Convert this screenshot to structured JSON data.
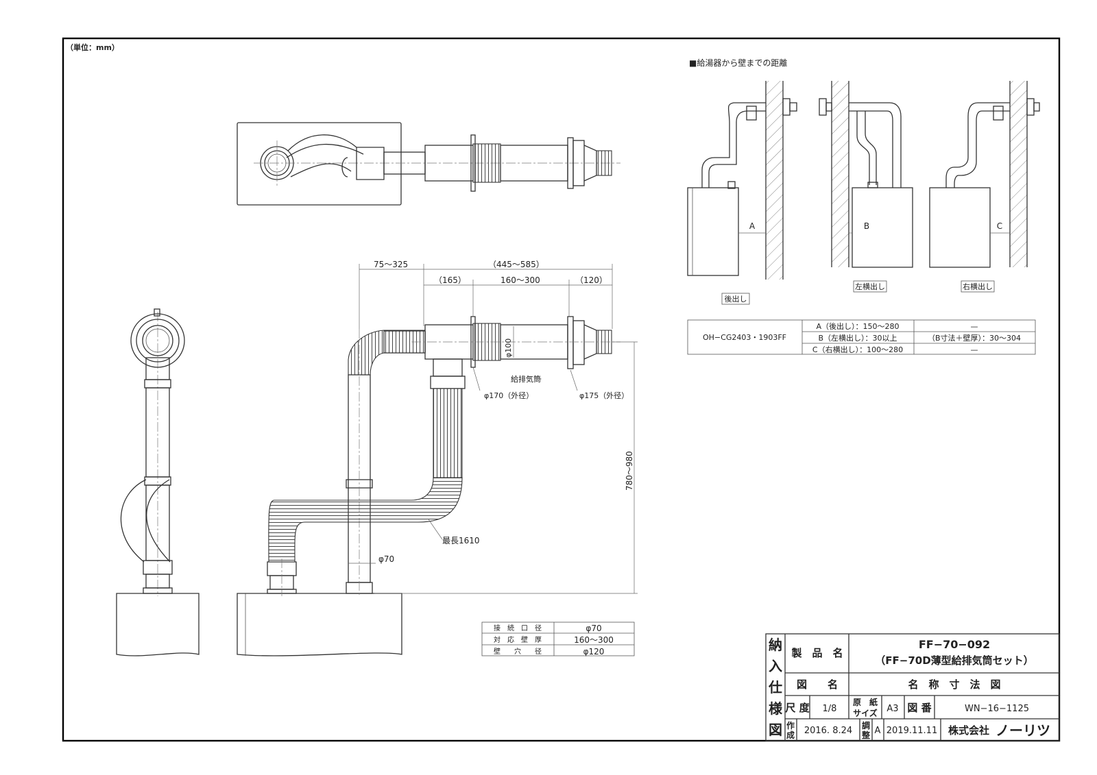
{
  "unit_label": "（単位：mm）",
  "distance_section": {
    "title": "■給湯器から壁までの距離",
    "label_a": "A",
    "label_b": "B",
    "label_c": "C",
    "caption_rear": "後出し",
    "caption_left": "左横出し",
    "caption_right": "右横出し"
  },
  "distance_table": {
    "model": "OH−CG2403・1903FF",
    "rows": [
      {
        "range": "A（後出し）：150〜280",
        "note": "—"
      },
      {
        "range": "B（左横出し）：30以上",
        "note": "（B寸法＋壁厚）：30〜304"
      },
      {
        "range": "C（右横出し）：100〜280",
        "note": "—"
      }
    ]
  },
  "dimensions": {
    "d_75_325": "75〜325",
    "d_445_585": "（445〜585）",
    "d_165": "（165）",
    "d_160_300": "160〜300",
    "d_120": "（120）",
    "d_phi100": "φ100",
    "label_flue_pipe": "給排気筒",
    "d_phi170": "φ170（外径）",
    "d_phi175": "φ175（外径）",
    "d_780_980": "780〜980",
    "d_max_1610": "最長1610",
    "d_phi70": "φ70"
  },
  "spec_table": {
    "rows": [
      {
        "label": "接　続　口　径",
        "value": "φ70"
      },
      {
        "label": "対　応　壁　厚",
        "value": "160〜300"
      },
      {
        "label": "壁　　穴　　径",
        "value": "φ120"
      }
    ]
  },
  "title_block": {
    "side_label": [
      "納",
      "入",
      "仕",
      "様",
      "図"
    ],
    "product_name_label": "製　品　名",
    "product_code": "FF−70−092",
    "product_desc": "（FF−70D薄型給排気筒セット）",
    "drawing_name_label": "図　　名",
    "drawing_name": "名　称　寸　法　図",
    "scale_label": "尺 度",
    "scale_value": "1/8",
    "paper_label": "原紙\nサイズ",
    "paper_label_1": "原　紙",
    "paper_label_2": "サイズ",
    "paper_value": "A3",
    "drawing_no_label": "図 番",
    "drawing_no": "WN−16−1125",
    "created_label_1": "作",
    "created_label_2": "成",
    "created_date": "2016. 8.24",
    "revised_label_1": "調",
    "revised_label_2": "整",
    "revision": "A",
    "revised_date": "2019.11.11",
    "company_prefix": "株式会社",
    "company_name": "ノーリツ"
  }
}
